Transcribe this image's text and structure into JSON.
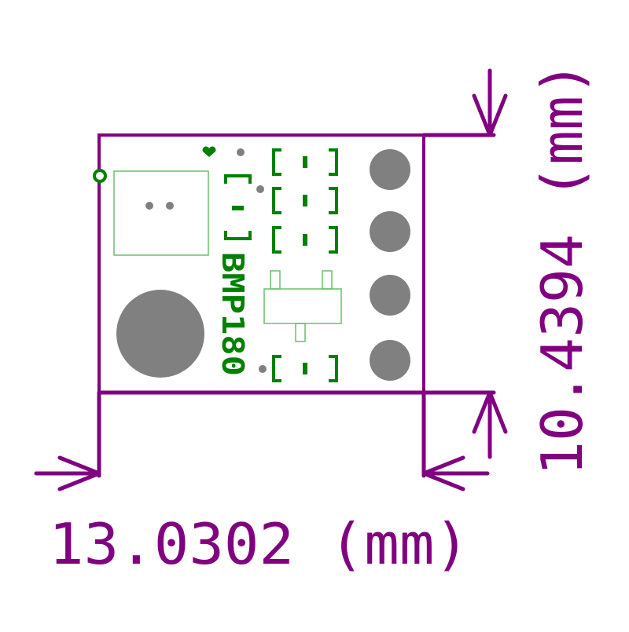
{
  "colors": {
    "dimension": "#800080",
    "silkscreen": "#008000",
    "pad": "#808080",
    "outline": "#6abf6a",
    "background": "#ffffff"
  },
  "board": {
    "label": "BMP180"
  },
  "dimensions": {
    "width_label": "13.0302 (mm)",
    "height_label": "10.4394 (mm)",
    "width_mm": 13.0302,
    "height_mm": 10.4394
  },
  "icons": [
    "arrow-right-icon",
    "arrow-left-icon",
    "arrow-down-icon",
    "arrow-up-icon"
  ]
}
